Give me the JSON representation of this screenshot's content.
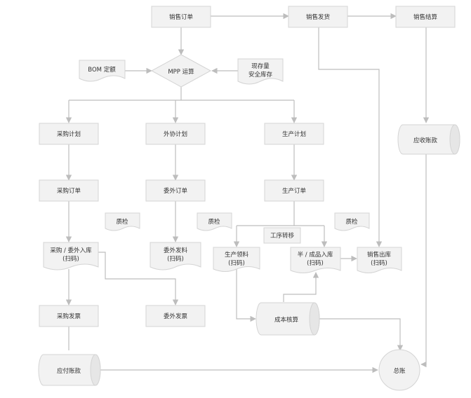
{
  "diagram": {
    "nodes": {
      "sales_order": "销售订单",
      "sales_delivery": "销售发货",
      "sales_settlement": "销售结算",
      "bom": "BOM 定额",
      "mrp": "MPP 运算",
      "stock_line1": "现存量",
      "stock_line2": "安全库存",
      "purchase_plan": "采购计划",
      "outsource_plan": "外协计划",
      "production_plan": "生产计划",
      "purchase_order": "采购订单",
      "outsource_order": "委外订单",
      "production_order": "生产订单",
      "qc1": "质检",
      "qc2": "质检",
      "qc3": "质检",
      "process_transfer": "工序转移",
      "purchase_in_line1": "采购 / 委外入库",
      "purchase_in_line2": "(扫码)",
      "outsource_issue_line1": "委外发料",
      "outsource_issue_line2": "(扫码)",
      "prod_issue_line1": "生产领料",
      "prod_issue_line2": "(扫码)",
      "semi_in_line1": "半 / 成品入库",
      "semi_in_line2": "(扫码)",
      "sales_out_line1": "销售出库",
      "sales_out_line2": "(扫码)",
      "receivable": "应收账款",
      "purchase_invoice": "采购发票",
      "outsource_invoice": "委外发票",
      "cost_accounting": "成本核算",
      "payable": "应付账款",
      "ledger": "总账"
    }
  }
}
